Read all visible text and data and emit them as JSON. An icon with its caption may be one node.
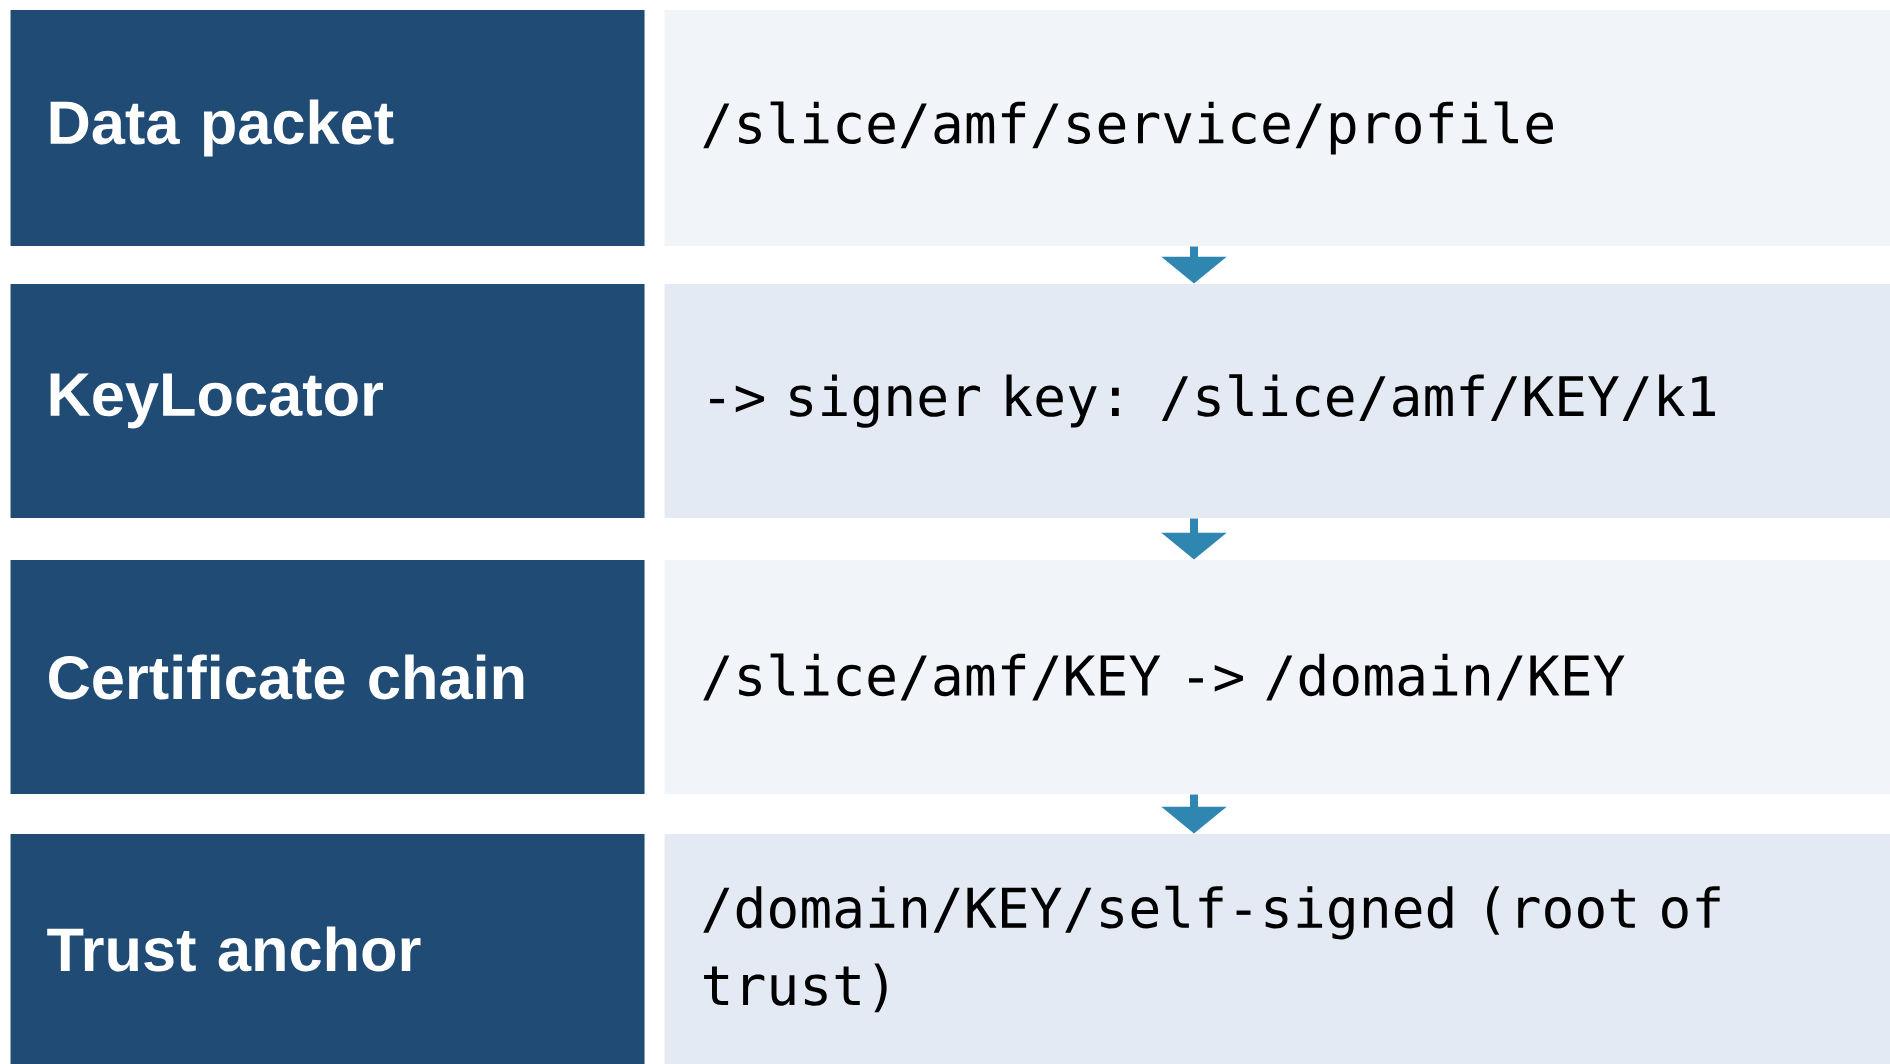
{
  "diagram": {
    "nodes": [
      {
        "text": [
          "Data packet"
        ]
      },
      {
        "text": [
          "/slice/amf/service/profile"
        ]
      },
      {
        "text": [
          "KeyLocator"
        ]
      },
      {
        "text": [
          "-> signer key: /slice/amf/KEY/k1"
        ]
      },
      {
        "text": [
          "Certificate chain"
        ]
      },
      {
        "text": [
          "/slice/amf/KEY -> /domain/KEY"
        ]
      },
      {
        "text": [
          "Trust anchor"
        ]
      },
      {
        "text": [
          "/domain/KEY/self-signed (root of trust)"
        ]
      }
    ],
    "edges": [
      {
        "from": 1,
        "to": 3,
        "arrow": "to"
      },
      {
        "from": 3,
        "to": 5,
        "arrow": "to"
      },
      {
        "from": 5,
        "to": 7,
        "arrow": "to"
      }
    ]
  }
}
